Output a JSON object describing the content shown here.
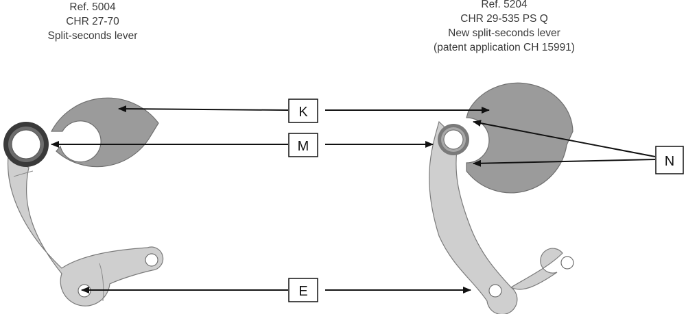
{
  "captions": {
    "left": [
      "Ref. 5004",
      "CHR 27-70",
      "Split-seconds lever"
    ],
    "right": [
      "Ref. 5204",
      "CHR 29-535 PS Q",
      "New split-seconds lever",
      "(patent application CH 15991)"
    ]
  },
  "labels": {
    "k": "K",
    "m": "M",
    "e": "E",
    "n": "N"
  },
  "colors": {
    "cam": "#9b9b9b",
    "lever": "#cfcfcf",
    "outline": "#6f6f6f",
    "ring_left": "#3a3a3a",
    "ring_right": "#7a7a7a",
    "arrow": "#111111"
  }
}
